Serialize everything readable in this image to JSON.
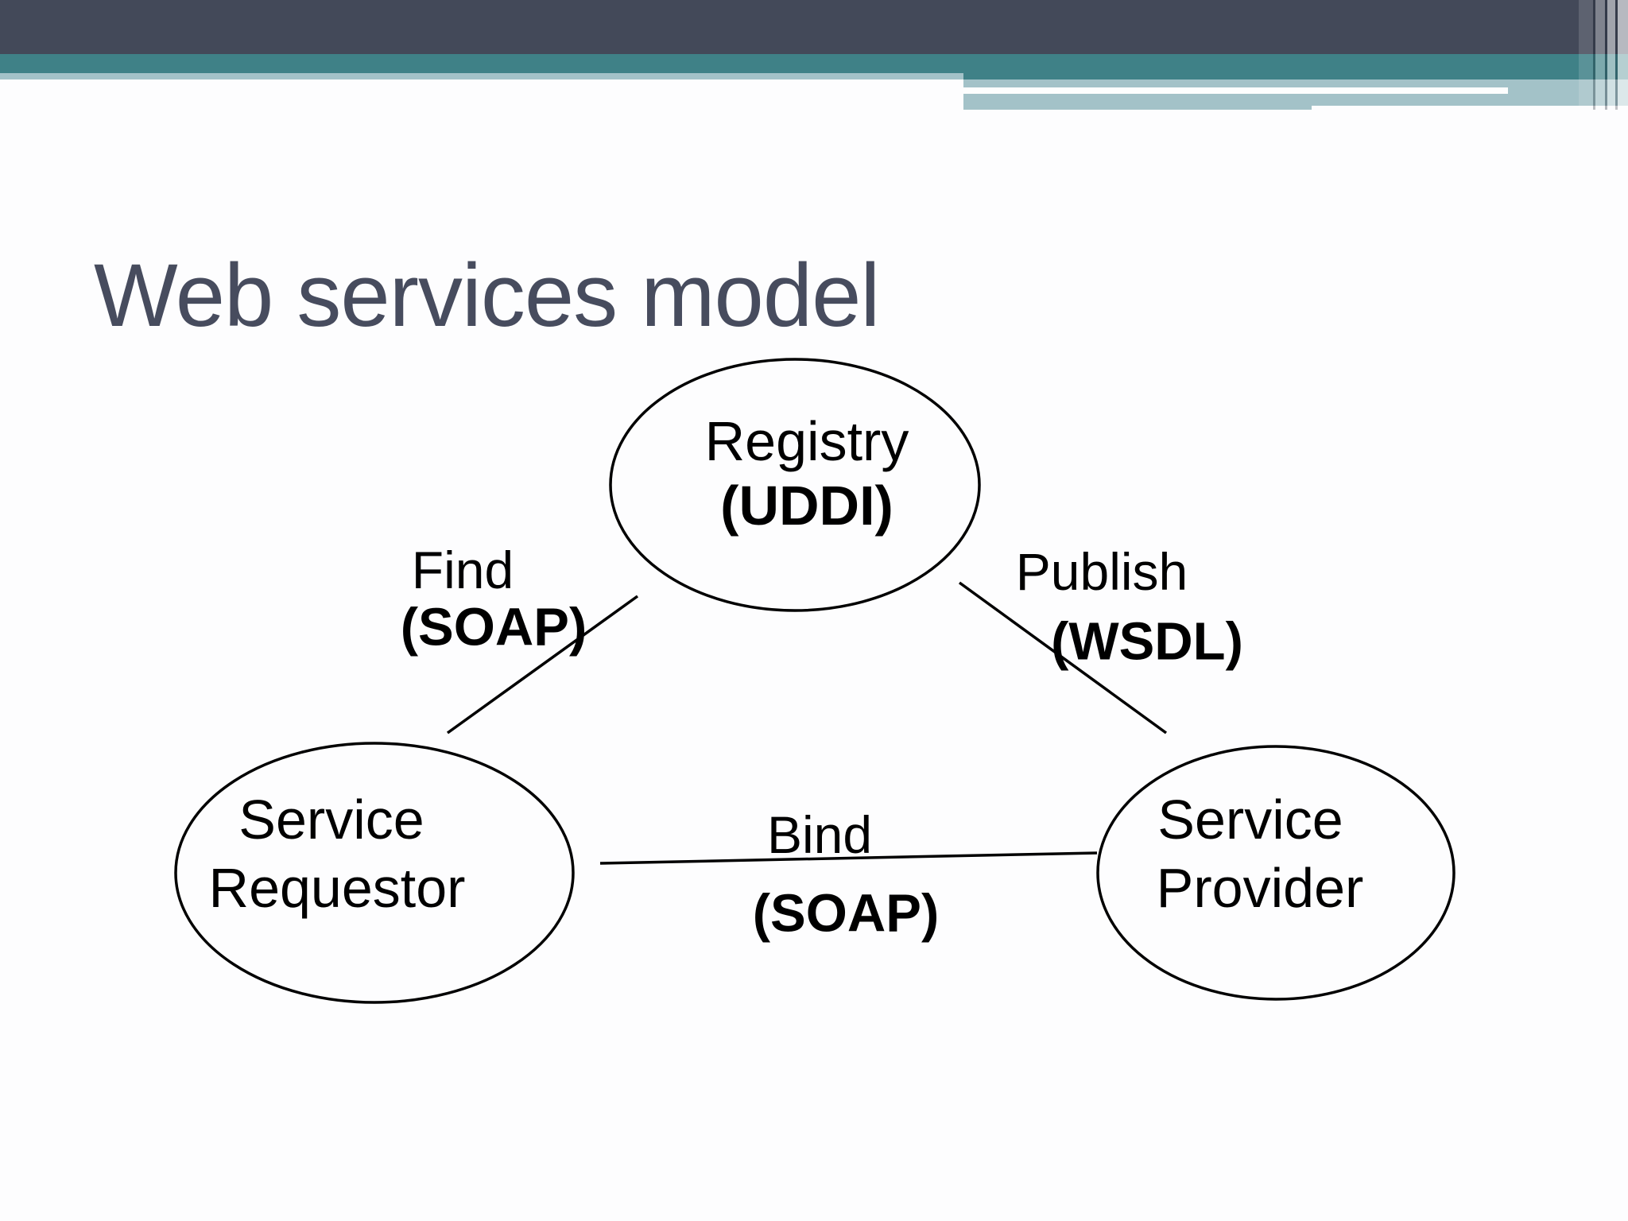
{
  "slide": {
    "title": "Web services model"
  },
  "theme": {
    "background": "#fdfdfe",
    "header_dark": "#434959",
    "header_teal": "#3f8187",
    "header_light": "#a3c2c8",
    "title_color": "#474c5e",
    "diagram_ink": "#000000"
  },
  "diagram": {
    "nodes": {
      "registry": {
        "line1": "Registry",
        "line2": "(UDDI)"
      },
      "requestor": {
        "line1": "Service",
        "line2": "Requestor"
      },
      "provider": {
        "line1": "Service",
        "line2": "Provider"
      }
    },
    "edges": {
      "find": {
        "label": "Find",
        "protocol": "(SOAP)"
      },
      "publish": {
        "label": "Publish",
        "protocol": "(WSDL)"
      },
      "bind": {
        "label": "Bind",
        "protocol": "(SOAP)"
      }
    }
  }
}
